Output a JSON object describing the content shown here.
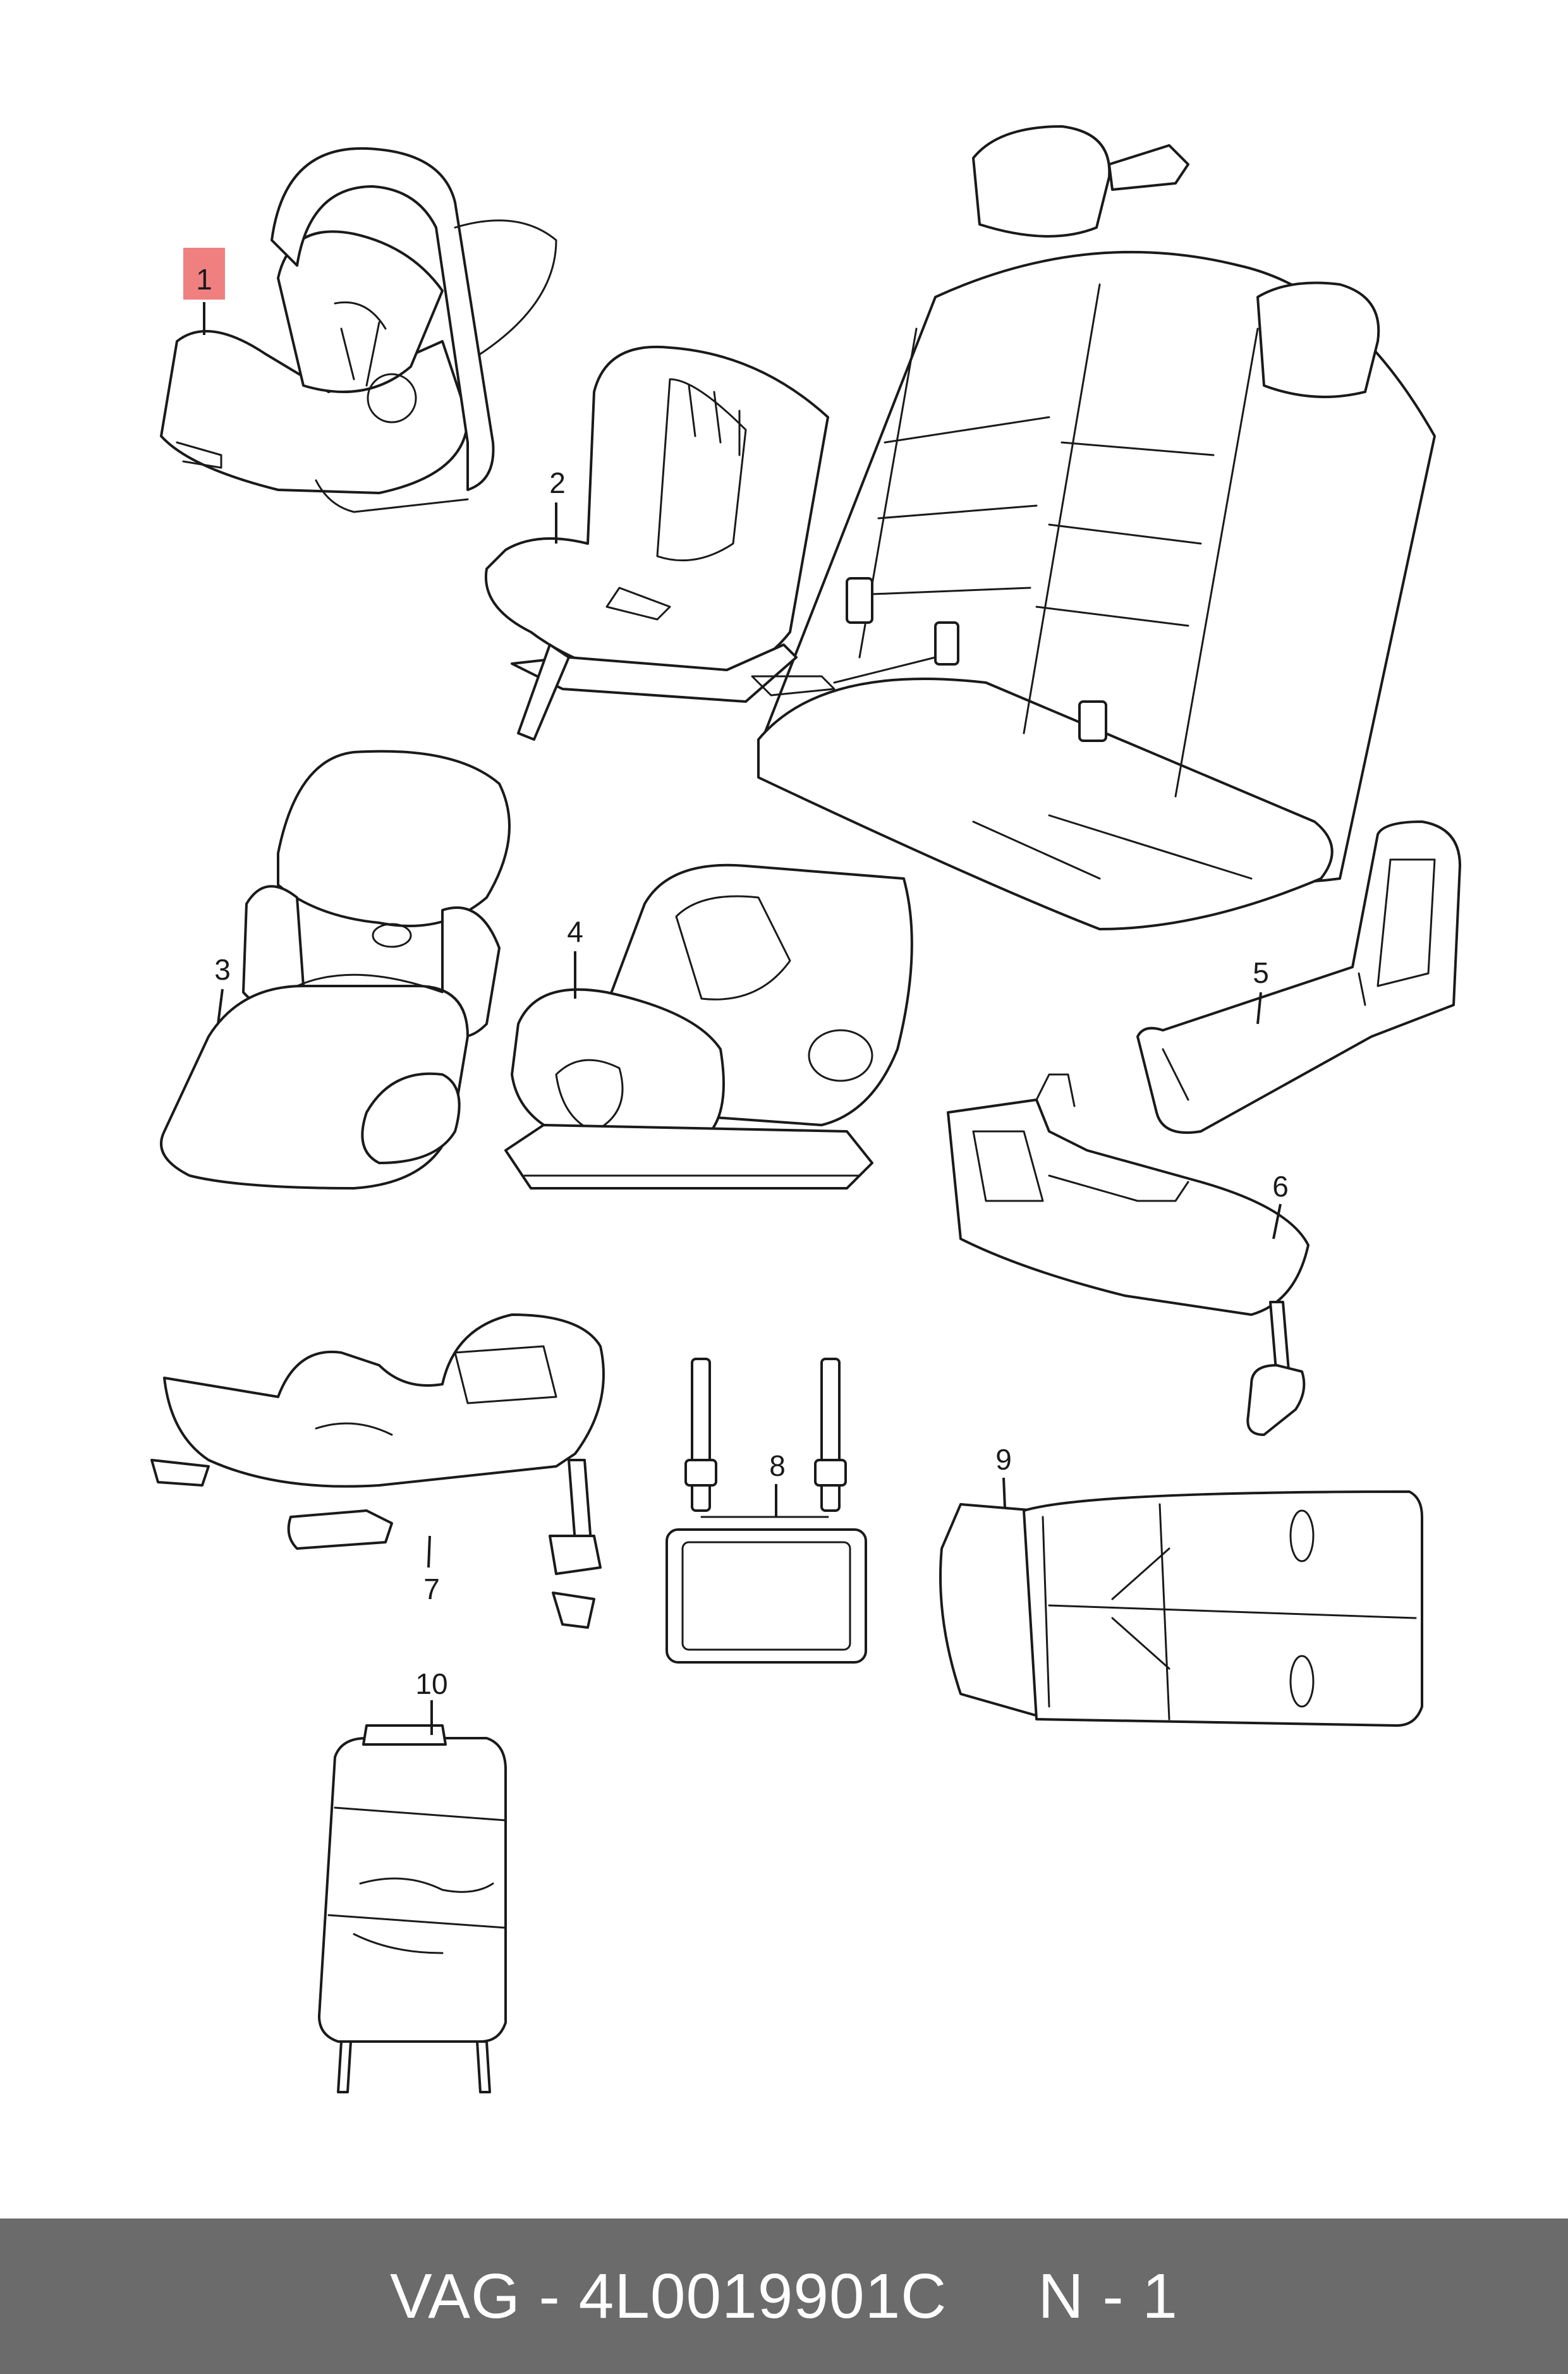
{
  "callouts": [
    {
      "label": "1",
      "highlighted": true
    },
    {
      "label": "2",
      "highlighted": false
    },
    {
      "label": "3",
      "highlighted": false
    },
    {
      "label": "4",
      "highlighted": false
    },
    {
      "label": "5",
      "highlighted": false
    },
    {
      "label": "6",
      "highlighted": false
    },
    {
      "label": "7",
      "highlighted": false
    },
    {
      "label": "8",
      "highlighted": false
    },
    {
      "label": "9",
      "highlighted": false
    },
    {
      "label": "10",
      "highlighted": false
    }
  ],
  "footer": {
    "brand": "VAG",
    "separator": "-",
    "part_number": "4L0019901C",
    "note": "N - 1"
  },
  "colors": {
    "highlight": "#f08080",
    "footer_bg": "#6b6b6b",
    "footer_text": "#ffffff",
    "line": "#1a1a1a"
  }
}
